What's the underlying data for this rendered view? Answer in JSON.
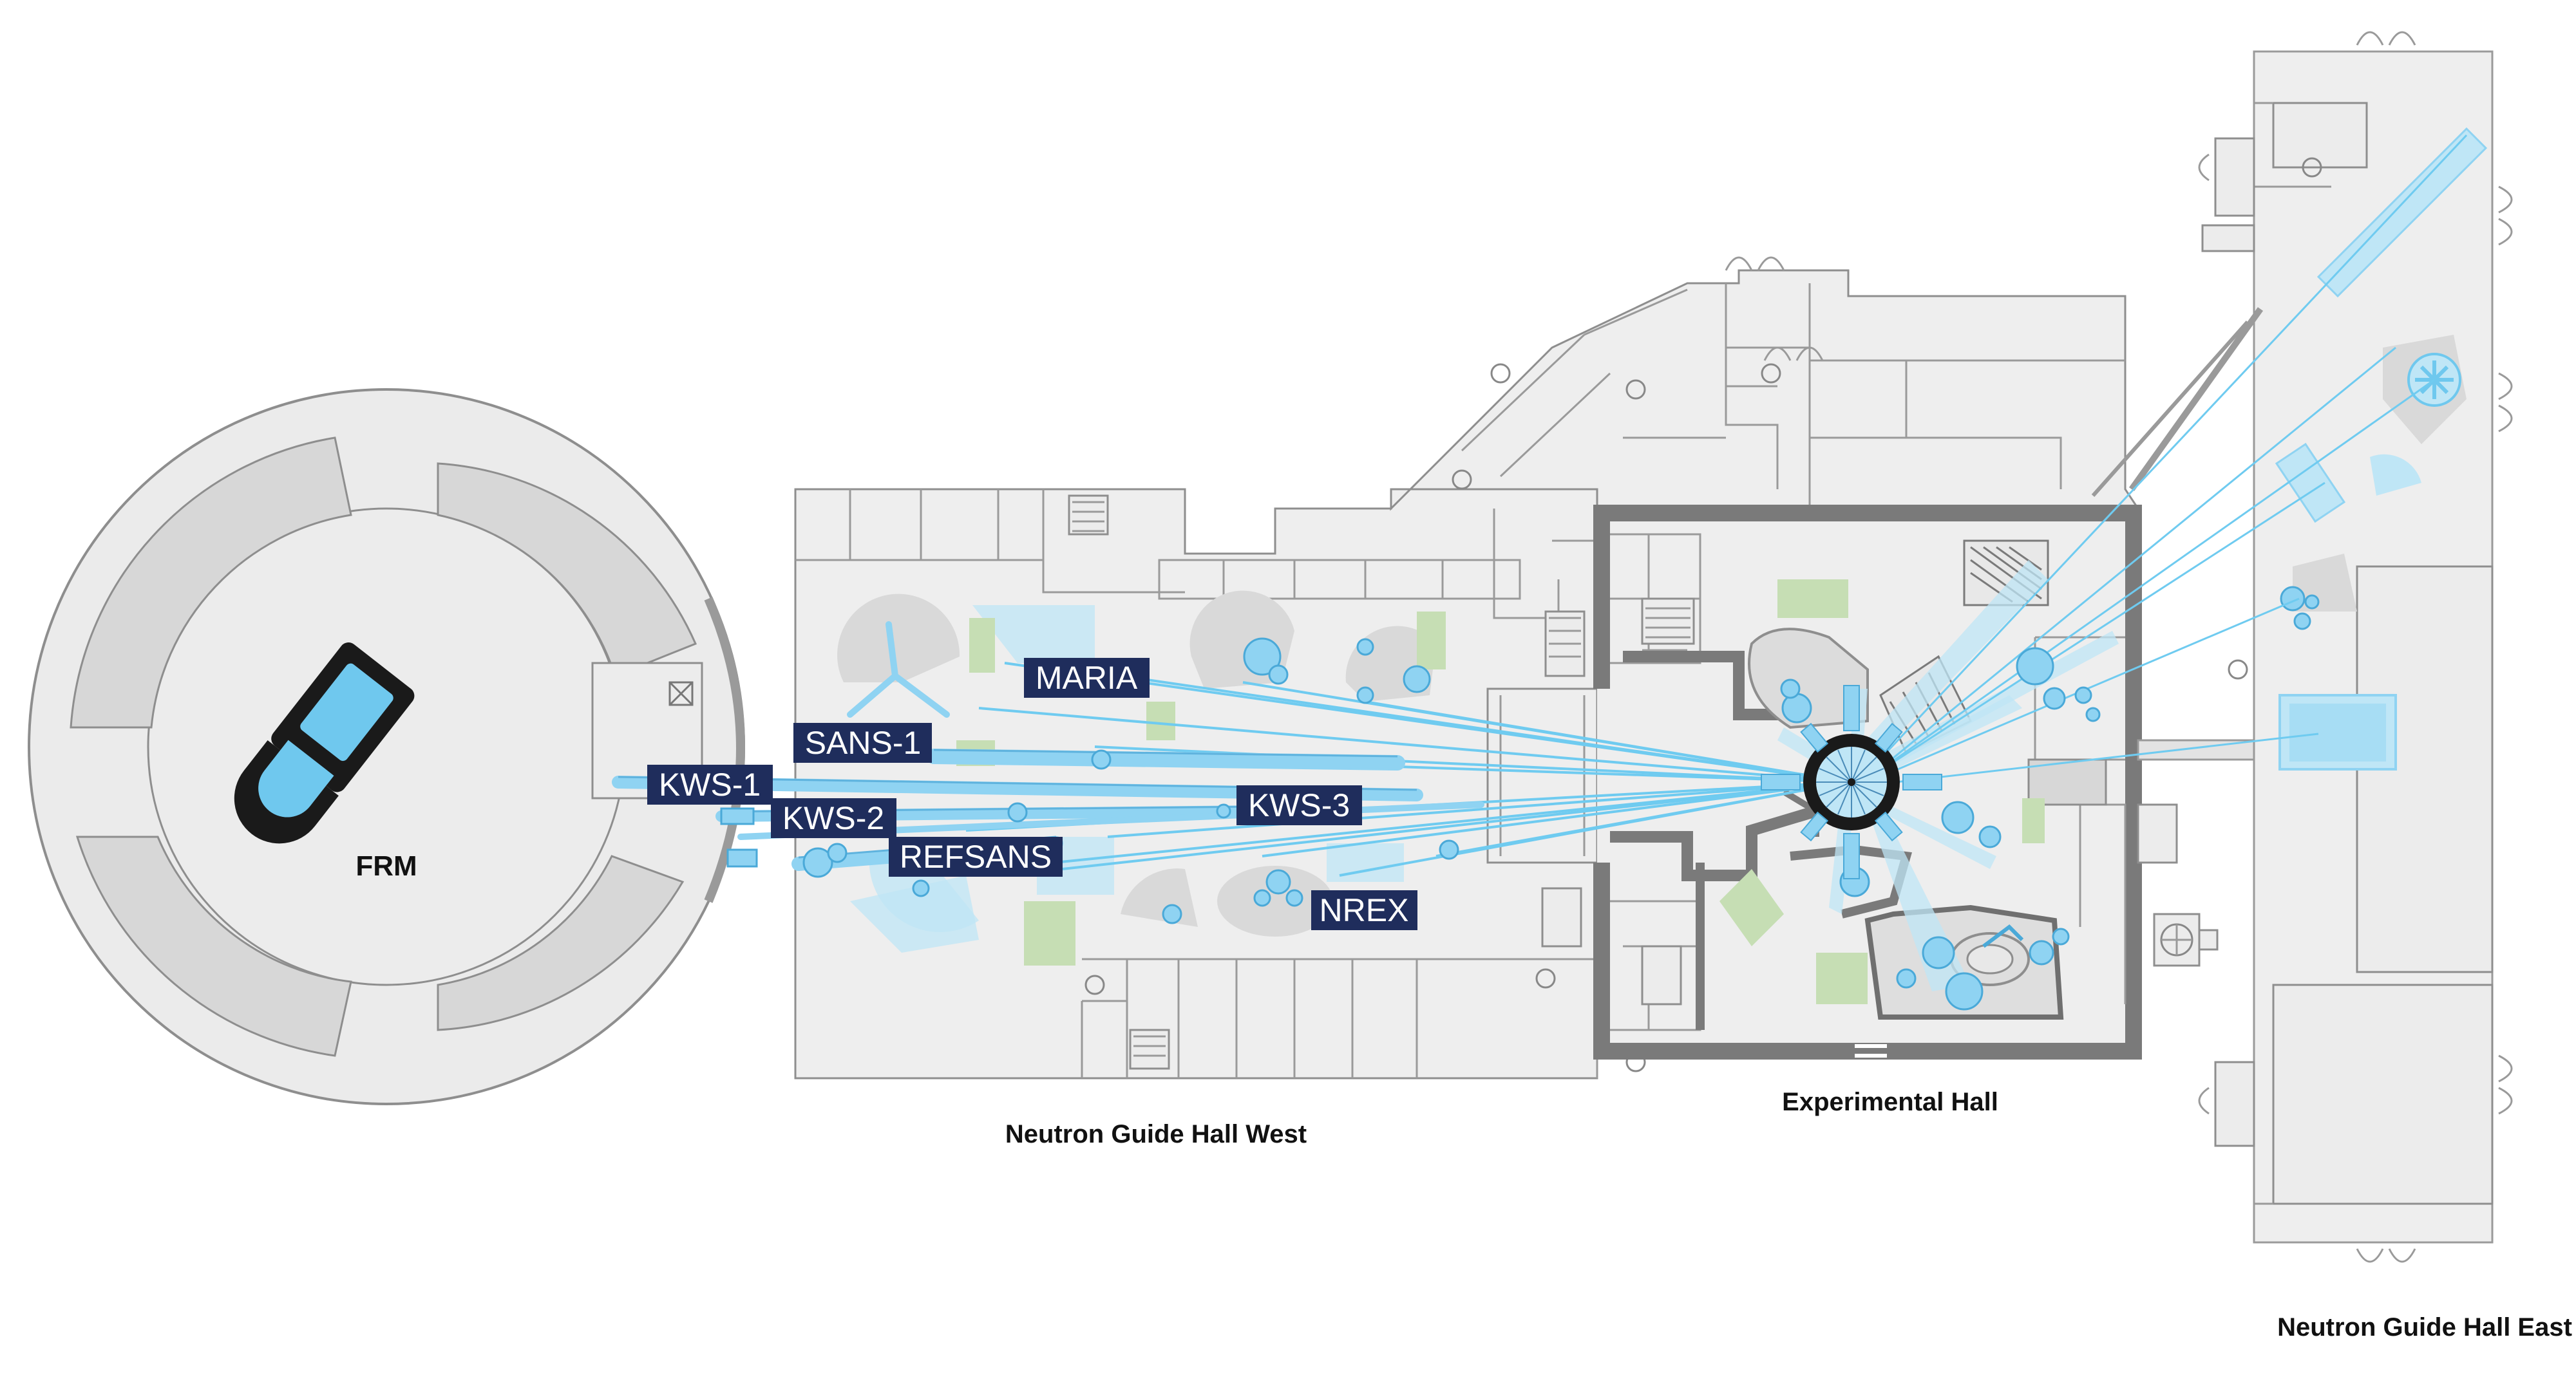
{
  "reactor": {
    "label": "FRM"
  },
  "halls": [
    {
      "id": "west",
      "label": "Neutron Guide Hall West"
    },
    {
      "id": "experimental",
      "label": "Experimental Hall"
    },
    {
      "id": "east",
      "label": "Neutron Guide Hall East"
    }
  ],
  "instruments": [
    {
      "id": "maria",
      "label": "MARIA"
    },
    {
      "id": "sans1",
      "label": "SANS-1"
    },
    {
      "id": "kws1",
      "label": "KWS-1"
    },
    {
      "id": "kws2",
      "label": "KWS-2"
    },
    {
      "id": "kws3",
      "label": "KWS-3"
    },
    {
      "id": "refsans",
      "label": "REFSANS"
    },
    {
      "id": "nrex",
      "label": "NREX"
    }
  ],
  "colors": {
    "label_background": "#1f2d5c",
    "neutron_beam": "#5fc6ee",
    "reactor_core": "#1a1a1a",
    "sample_area": "#c6deb4",
    "building": "#eeeeee"
  }
}
